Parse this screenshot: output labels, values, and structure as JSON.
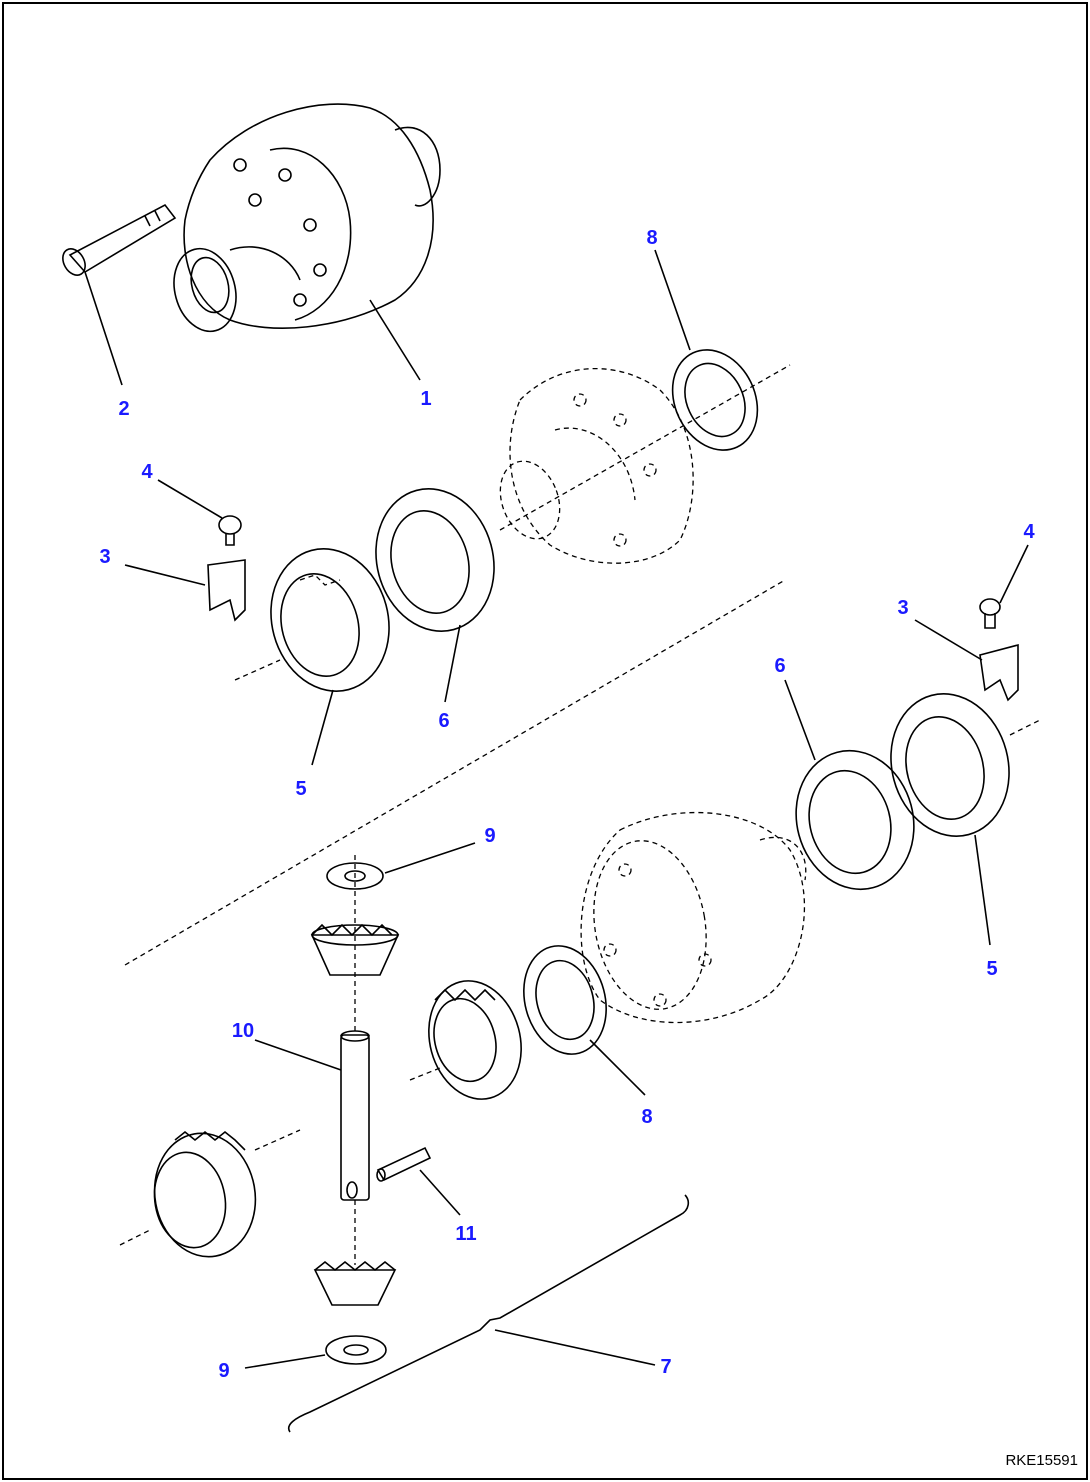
{
  "colors": {
    "label": "#1a1aff",
    "line": "#000000",
    "background": "#ffffff"
  },
  "labels": {
    "l1": "1",
    "l2": "2",
    "l3a": "3",
    "l3b": "3",
    "l4a": "4",
    "l4b": "4",
    "l5a": "5",
    "l5b": "5",
    "l6a": "6",
    "l6b": "6",
    "l7": "7",
    "l8a": "8",
    "l8b": "8",
    "l9a": "9",
    "l9b": "9",
    "l10": "10",
    "l11": "11"
  },
  "drawing_code": "RKE15591"
}
